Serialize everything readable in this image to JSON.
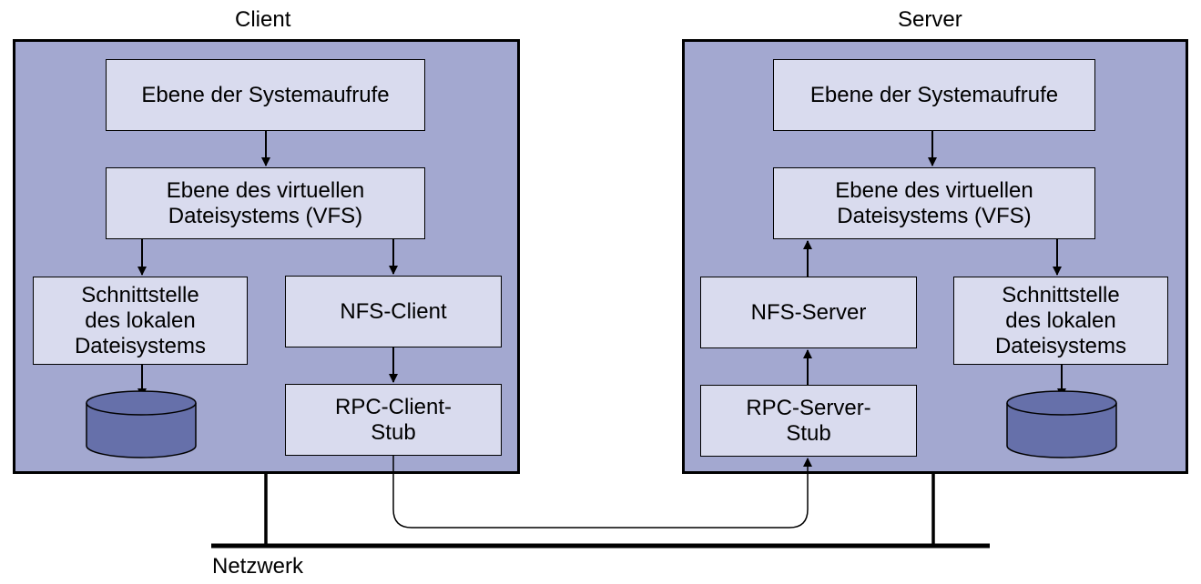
{
  "client": {
    "title": "Client",
    "syscall": "Ebene der Systemaufrufe",
    "vfs": "Ebene des virtuellen\nDateisystems (VFS)",
    "local_fs": "Schnittstelle\ndes lokalen\nDateisystems",
    "nfs": "NFS-Client",
    "rpc": "RPC-Client-\nStub"
  },
  "server": {
    "title": "Server",
    "syscall": "Ebene der Systemaufrufe",
    "vfs": "Ebene des virtuellen\nDateisystems (VFS)",
    "nfs": "NFS-Server",
    "local_fs": "Schnittstelle\ndes lokalen\nDateisystems",
    "rpc": "RPC-Server-\nStub"
  },
  "network": {
    "label": "Netzwerk"
  },
  "colors": {
    "panel": "#a3a8d0",
    "box": "#d9dbee",
    "disk": "#6670aa",
    "line": "#000000"
  }
}
